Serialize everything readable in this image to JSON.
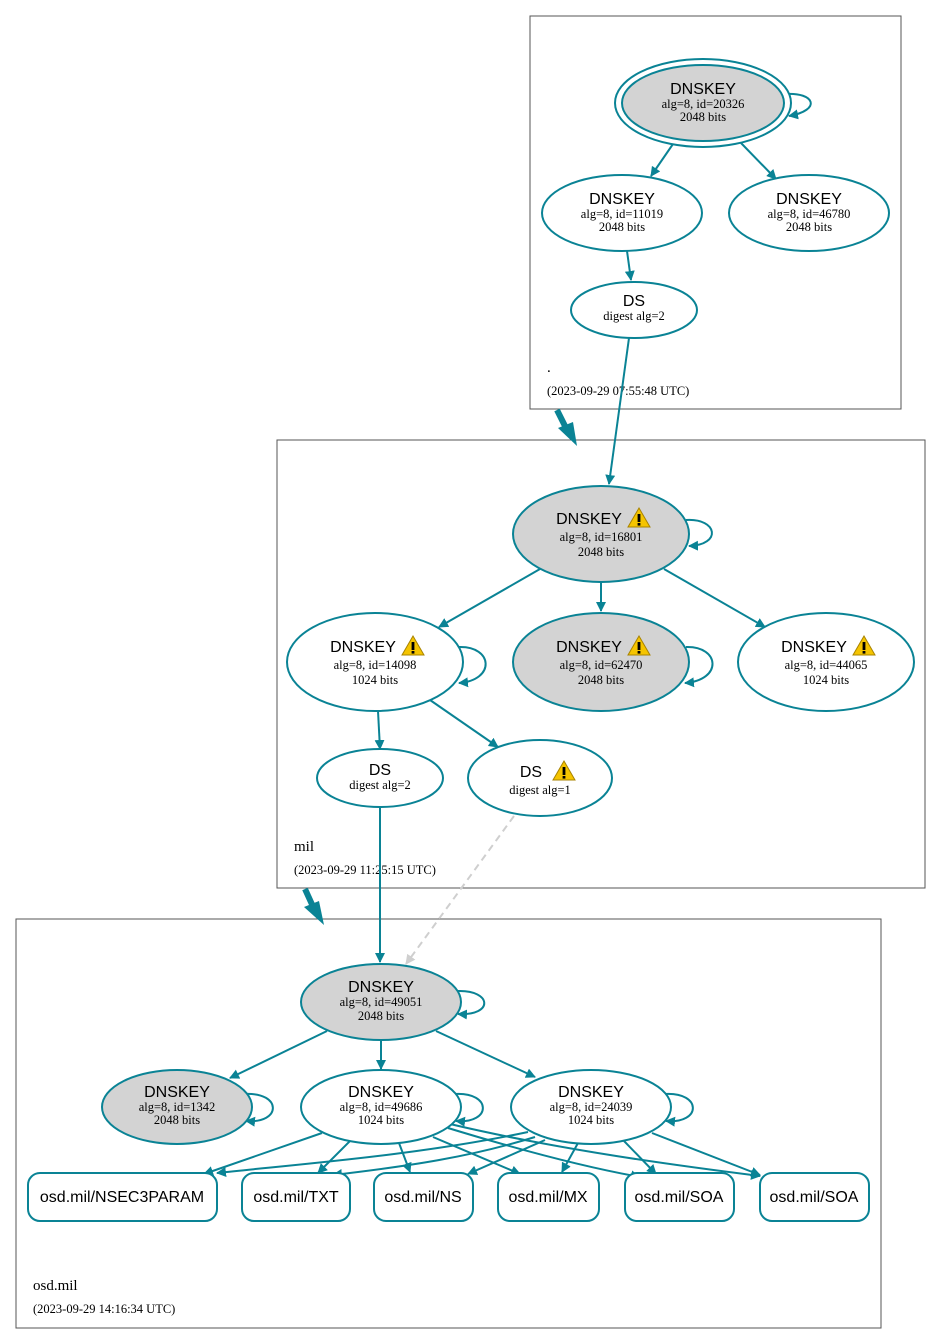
{
  "colors": {
    "edge": "#0a8395",
    "secure_entry": "#d3d3d3",
    "plain": "#ffffff",
    "warning": "#f5c400",
    "insecure_edge": "#cfcfcf"
  },
  "zones": {
    "root": {
      "name": ".",
      "timestamp": "(2023-09-29 07:55:48 UTC)"
    },
    "mil": {
      "name": "mil",
      "timestamp": "(2023-09-29 11:25:15 UTC)"
    },
    "osd": {
      "name": "osd.mil",
      "timestamp": "(2023-09-29 14:16:34 UTC)"
    }
  },
  "nodes": {
    "root_ksk": {
      "title": "DNSKEY",
      "line1": "alg=8, id=20326",
      "line2": "2048 bits"
    },
    "root_zsk1": {
      "title": "DNSKEY",
      "line1": "alg=8, id=11019",
      "line2": "2048 bits"
    },
    "root_zsk2": {
      "title": "DNSKEY",
      "line1": "alg=8, id=46780",
      "line2": "2048 bits"
    },
    "root_ds": {
      "title": "DS",
      "line1": "digest alg=2"
    },
    "mil_ksk": {
      "title": "DNSKEY",
      "line1": "alg=8, id=16801",
      "line2": "2048 bits"
    },
    "mil_zsk1": {
      "title": "DNSKEY",
      "line1": "alg=8, id=14098",
      "line2": "1024 bits"
    },
    "mil_ksk2": {
      "title": "DNSKEY",
      "line1": "alg=8, id=62470",
      "line2": "2048 bits"
    },
    "mil_zsk2": {
      "title": "DNSKEY",
      "line1": "alg=8, id=44065",
      "line2": "1024 bits"
    },
    "mil_ds2": {
      "title": "DS",
      "line1": "digest alg=2"
    },
    "mil_ds1": {
      "title": "DS",
      "line1": "digest alg=1"
    },
    "osd_ksk": {
      "title": "DNSKEY",
      "line1": "alg=8, id=49051",
      "line2": "2048 bits"
    },
    "osd_ksk2": {
      "title": "DNSKEY",
      "line1": "alg=8, id=1342",
      "line2": "2048 bits"
    },
    "osd_zsk1": {
      "title": "DNSKEY",
      "line1": "alg=8, id=49686",
      "line2": "1024 bits"
    },
    "osd_zsk2": {
      "title": "DNSKEY",
      "line1": "alg=8, id=24039",
      "line2": "1024 bits"
    }
  },
  "rrsets": {
    "nsec3param": "osd.mil/NSEC3PARAM",
    "txt": "osd.mil/TXT",
    "ns": "osd.mil/NS",
    "mx": "osd.mil/MX",
    "soa1": "osd.mil/SOA",
    "soa2": "osd.mil/SOA"
  },
  "icons": {
    "warning": "warning-triangle-icon"
  }
}
